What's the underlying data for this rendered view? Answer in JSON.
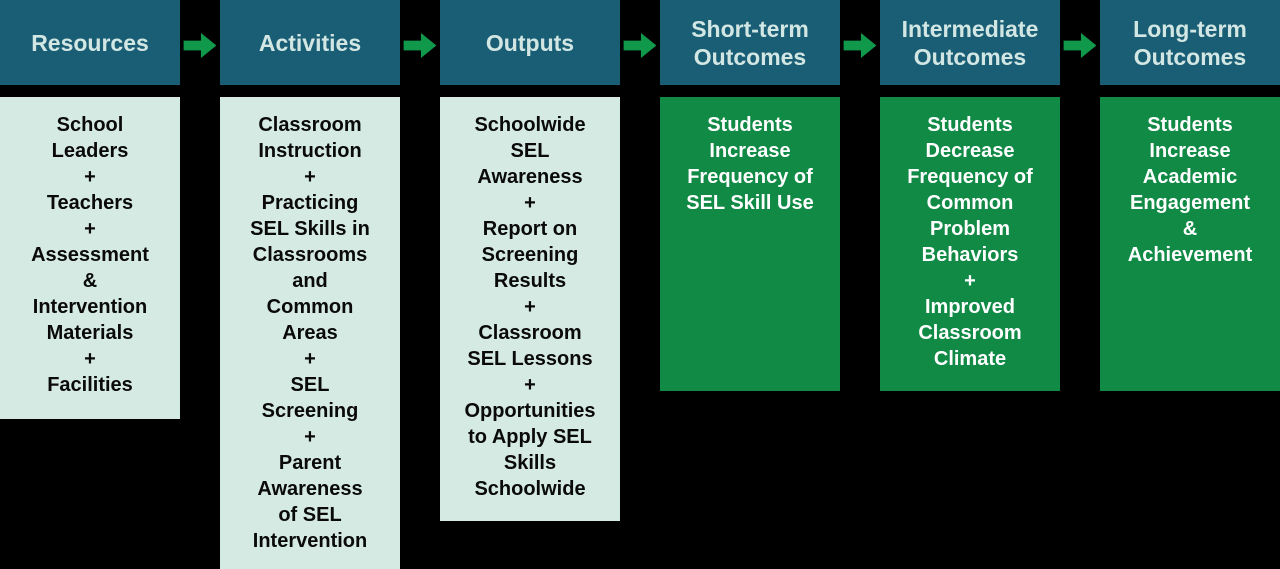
{
  "palette": {
    "page_bg": "#000000",
    "header_bg": "#1a5e76",
    "header_text": "#d2e7e3",
    "input_box_bg": "#d6eae4",
    "input_box_text": "#0a0a0a",
    "outcome_box_bg": "#108a45",
    "outcome_box_text": "#ffffff",
    "arrow_green": "#11994b"
  },
  "columns": [
    {
      "header": [
        "Resources"
      ],
      "lines": [
        "School",
        "Leaders",
        "+",
        "Teachers",
        "+",
        "Assessment",
        "&",
        "Intervention",
        "Materials",
        "+",
        "Facilities"
      ]
    },
    {
      "header": [
        "Activities"
      ],
      "lines": [
        "Classroom",
        "Instruction",
        "+",
        "Practicing",
        "SEL Skills in",
        "Classrooms",
        "and",
        "Common",
        "Areas",
        "+",
        "SEL",
        "Screening",
        "+",
        "Parent",
        "Awareness",
        "of SEL",
        "Intervention"
      ]
    },
    {
      "header": [
        "Outputs"
      ],
      "lines": [
        "Schoolwide",
        "SEL",
        "Awareness",
        "+",
        "Report on",
        "Screening",
        "Results",
        "+",
        "Classroom",
        "SEL Lessons",
        "+",
        "Opportunities",
        "to Apply SEL",
        "Skills",
        "Schoolwide"
      ]
    },
    {
      "header": [
        "Short-term",
        "Outcomes"
      ],
      "lines": [
        "Students",
        "Increase",
        "Frequency of",
        "SEL Skill Use"
      ]
    },
    {
      "header": [
        "Intermediate",
        "Outcomes"
      ],
      "lines": [
        "Students",
        "Decrease",
        "Frequency of",
        "Common",
        "Problem",
        "Behaviors",
        "+",
        "Improved",
        "Classroom",
        "Climate"
      ]
    },
    {
      "header": [
        "Long-term",
        "Outcomes"
      ],
      "lines": [
        "Students",
        "Increase",
        "Academic",
        "Engagement",
        "&",
        "Achievement"
      ]
    }
  ]
}
